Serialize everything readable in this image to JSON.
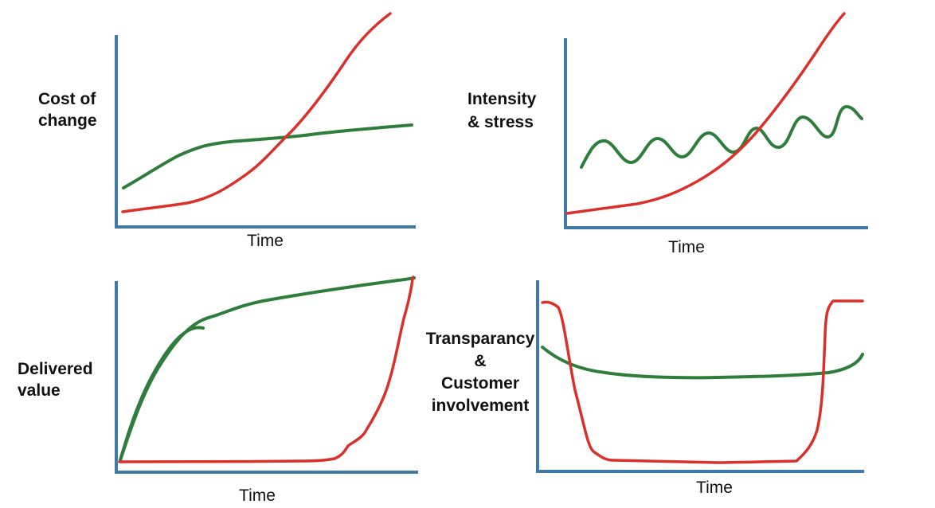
{
  "colors": {
    "axis": "#3f7aa6",
    "red_series": "#d9302a",
    "green_series": "#2e7d3a"
  },
  "panels": [
    {
      "ylabel": [
        "Cost of",
        "change"
      ],
      "xlabel": "Time"
    },
    {
      "ylabel": [
        "Intensity",
        "& stress"
      ],
      "xlabel": "Time"
    },
    {
      "ylabel": [
        "Delivered",
        "value"
      ],
      "xlabel": "Time"
    },
    {
      "ylabel": [
        "Transparancy",
        "&",
        "Customer",
        "involvement"
      ],
      "xlabel": "Time"
    }
  ],
  "chart_data": [
    {
      "type": "line",
      "title": "",
      "xlabel": "Time",
      "ylabel": "Cost of change",
      "grid": false,
      "x": [
        0,
        0.1,
        0.2,
        0.3,
        0.4,
        0.5,
        0.6,
        0.7,
        0.8,
        0.9,
        1.0
      ],
      "series": [
        {
          "name": "red",
          "color": "#d9302a",
          "values": [
            0.08,
            0.1,
            0.12,
            0.16,
            0.24,
            0.36,
            0.5,
            0.68,
            0.88,
            1.1,
            1.25
          ]
        },
        {
          "name": "green",
          "color": "#2e7d3a",
          "values": [
            0.2,
            0.3,
            0.4,
            0.47,
            0.49,
            0.5,
            0.51,
            0.52,
            0.53,
            0.55,
            0.57
          ]
        }
      ]
    },
    {
      "type": "line",
      "title": "",
      "xlabel": "Time",
      "ylabel": "Intensity & stress",
      "grid": false,
      "x": [
        0,
        0.1,
        0.2,
        0.3,
        0.4,
        0.5,
        0.6,
        0.7,
        0.8,
        0.9,
        1.0
      ],
      "series": [
        {
          "name": "red",
          "color": "#d9302a",
          "values": [
            0.08,
            0.09,
            0.11,
            0.13,
            0.18,
            0.25,
            0.35,
            0.5,
            0.72,
            1.0,
            1.2
          ]
        },
        {
          "name": "green",
          "color": "#2e7d3a",
          "values": [
            0.33,
            0.48,
            0.36,
            0.48,
            0.37,
            0.5,
            0.41,
            0.55,
            0.44,
            0.6,
            0.55
          ],
          "note": "oscillating, slowly rising"
        }
      ]
    },
    {
      "type": "line",
      "title": "",
      "xlabel": "Time",
      "ylabel": "Delivered value",
      "grid": false,
      "x": [
        0,
        0.1,
        0.2,
        0.3,
        0.4,
        0.5,
        0.6,
        0.7,
        0.8,
        0.9,
        1.0
      ],
      "series": [
        {
          "name": "green",
          "color": "#2e7d3a",
          "values": [
            0.0,
            0.4,
            0.65,
            0.76,
            0.82,
            0.86,
            0.89,
            0.92,
            0.95,
            0.97,
            1.0
          ]
        },
        {
          "name": "red",
          "color": "#d9302a",
          "values": [
            0.0,
            0.0,
            0.0,
            0.0,
            0.0,
            0.0,
            0.0,
            0.01,
            0.08,
            0.25,
            1.03
          ]
        }
      ]
    },
    {
      "type": "line",
      "title": "",
      "xlabel": "Time",
      "ylabel": "Transparancy & Customer involvement",
      "grid": false,
      "x": [
        0,
        0.1,
        0.2,
        0.3,
        0.4,
        0.5,
        0.6,
        0.7,
        0.8,
        0.9,
        1.0
      ],
      "series": [
        {
          "name": "red",
          "color": "#d9302a",
          "values": [
            0.9,
            0.6,
            0.05,
            0.02,
            0.02,
            0.01,
            0.01,
            0.02,
            0.02,
            0.9,
            0.9
          ]
        },
        {
          "name": "green",
          "color": "#2e7d3a",
          "values": [
            0.68,
            0.52,
            0.49,
            0.48,
            0.48,
            0.48,
            0.48,
            0.49,
            0.5,
            0.52,
            0.62
          ]
        }
      ]
    }
  ]
}
